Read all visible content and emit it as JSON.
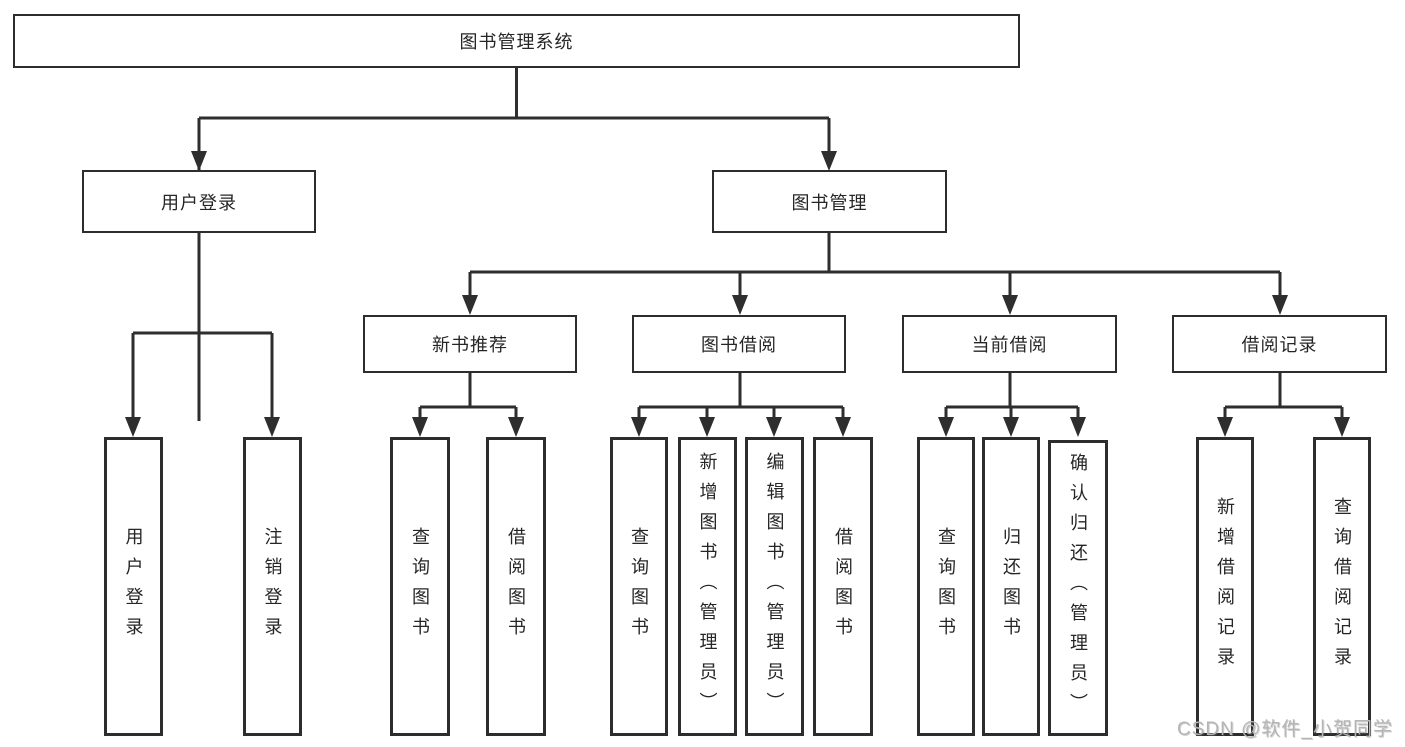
{
  "tree": {
    "root": "图书管理系统",
    "branches": [
      {
        "label": "用户登录",
        "children": [
          "用户登录",
          "注销登录"
        ]
      },
      {
        "label": "图书管理",
        "children": [
          {
            "label": "新书推荐",
            "children": [
              "查询图书",
              "借阅图书"
            ]
          },
          {
            "label": "图书借阅",
            "children": [
              "查询图书",
              "新增图书（管理员）",
              "编辑图书（管理员）",
              "借阅图书"
            ]
          },
          {
            "label": "当前借阅",
            "children": [
              "查询图书",
              "归还图书",
              "确认归还（管理员）"
            ]
          },
          {
            "label": "借阅记录",
            "children": [
              "新增借阅记录",
              "查询借阅记录"
            ]
          }
        ]
      }
    ]
  },
  "watermark": "CSDN @软件_小贺同学",
  "colors": {
    "line": "#2e2e2e",
    "box_border": "#2d2d2d",
    "text": "#262626",
    "watermark": "#b5b5b5",
    "background": "#ffffff"
  }
}
